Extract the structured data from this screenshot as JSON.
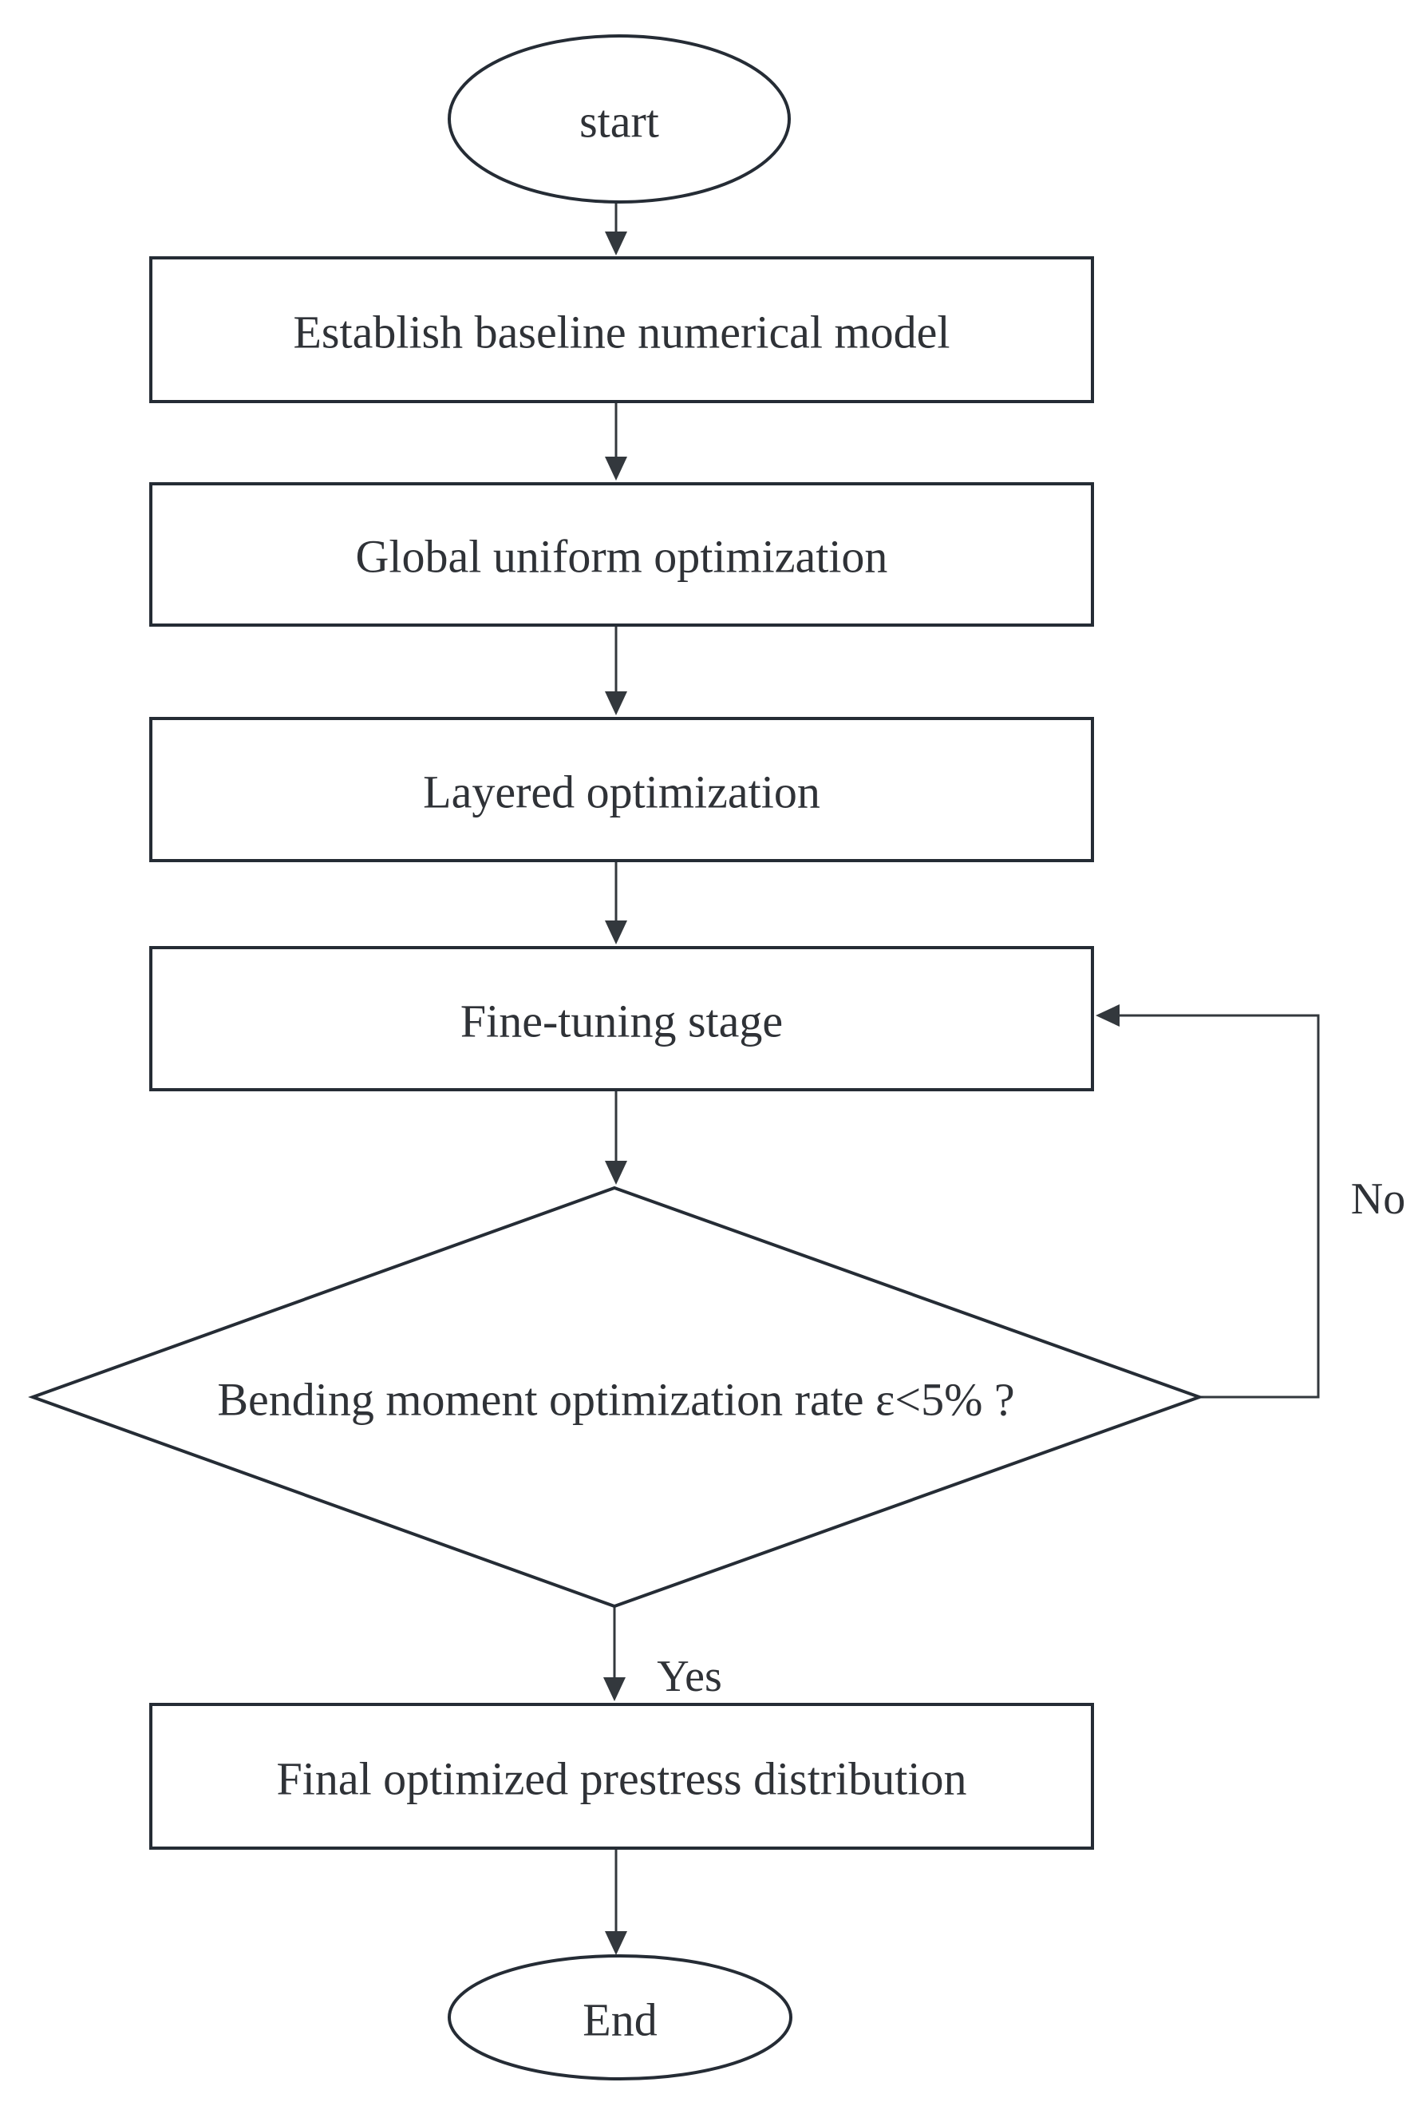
{
  "figure": {
    "type": "flowchart",
    "background": "#ffffff"
  },
  "styles": {
    "shape_stroke": "#252c35",
    "connector_stroke": "#33383d",
    "text_color": "#2f3237",
    "node_fill": "#ffffff"
  },
  "flowchart": {
    "nodes": [
      {
        "id": "start",
        "type": "terminator",
        "label": "start"
      },
      {
        "id": "establish",
        "type": "process",
        "label": "Establish baseline numerical model"
      },
      {
        "id": "global",
        "type": "process",
        "label": "Global uniform optimization"
      },
      {
        "id": "layered",
        "type": "process",
        "label": "Layered optimization"
      },
      {
        "id": "fine_tuning",
        "type": "process",
        "label": "Fine-tuning stage"
      },
      {
        "id": "decision",
        "type": "decision",
        "label": "Bending moment optimization rate ε<5% ?"
      },
      {
        "id": "final",
        "type": "process",
        "label": "Final optimized prestress distribution"
      },
      {
        "id": "end",
        "type": "terminator",
        "label": "End"
      }
    ],
    "edges": [
      {
        "from": "start",
        "to": "establish",
        "label": ""
      },
      {
        "from": "establish",
        "to": "global",
        "label": ""
      },
      {
        "from": "global",
        "to": "layered",
        "label": ""
      },
      {
        "from": "layered",
        "to": "fine_tuning",
        "label": ""
      },
      {
        "from": "fine_tuning",
        "to": "decision",
        "label": ""
      },
      {
        "from": "decision",
        "to": "final",
        "label": "Yes"
      },
      {
        "from": "decision",
        "to": "fine_tuning",
        "label": "No"
      },
      {
        "from": "final",
        "to": "end",
        "label": ""
      }
    ]
  }
}
